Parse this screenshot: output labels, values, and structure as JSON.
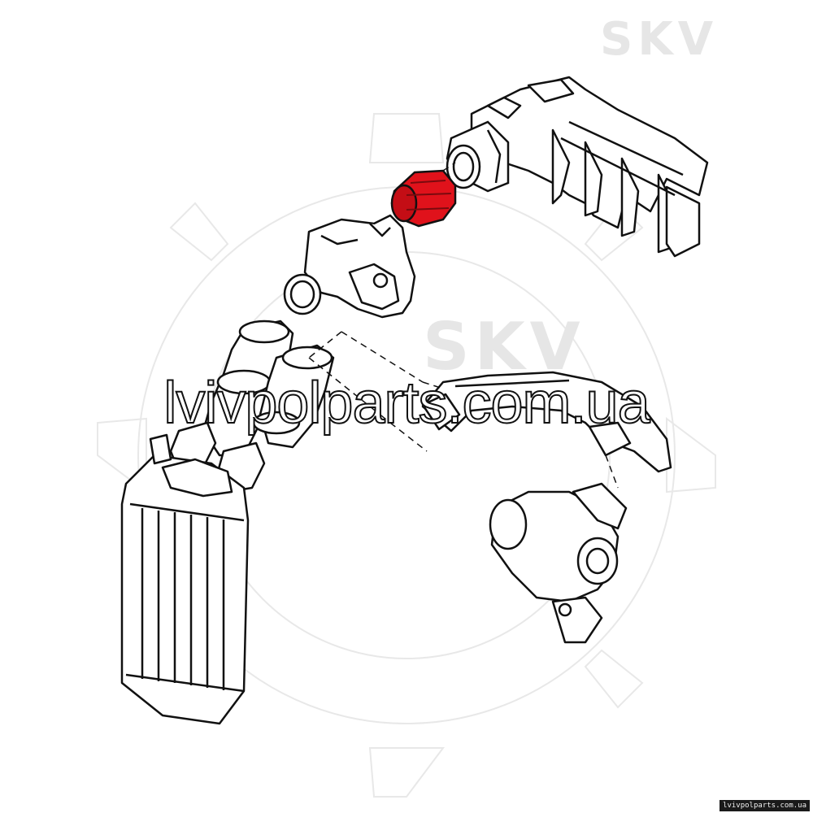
{
  "watermarks": {
    "brand_top": "SKV",
    "brand_center": "SKV",
    "site": "lvivpolparts.com.ua",
    "footer": "lvivpolparts.com.ua"
  },
  "colors": {
    "highlight": "#e0121b",
    "line": "#111111",
    "watermark": "#e6e6e6"
  },
  "highlighted_part": "intake-hose"
}
